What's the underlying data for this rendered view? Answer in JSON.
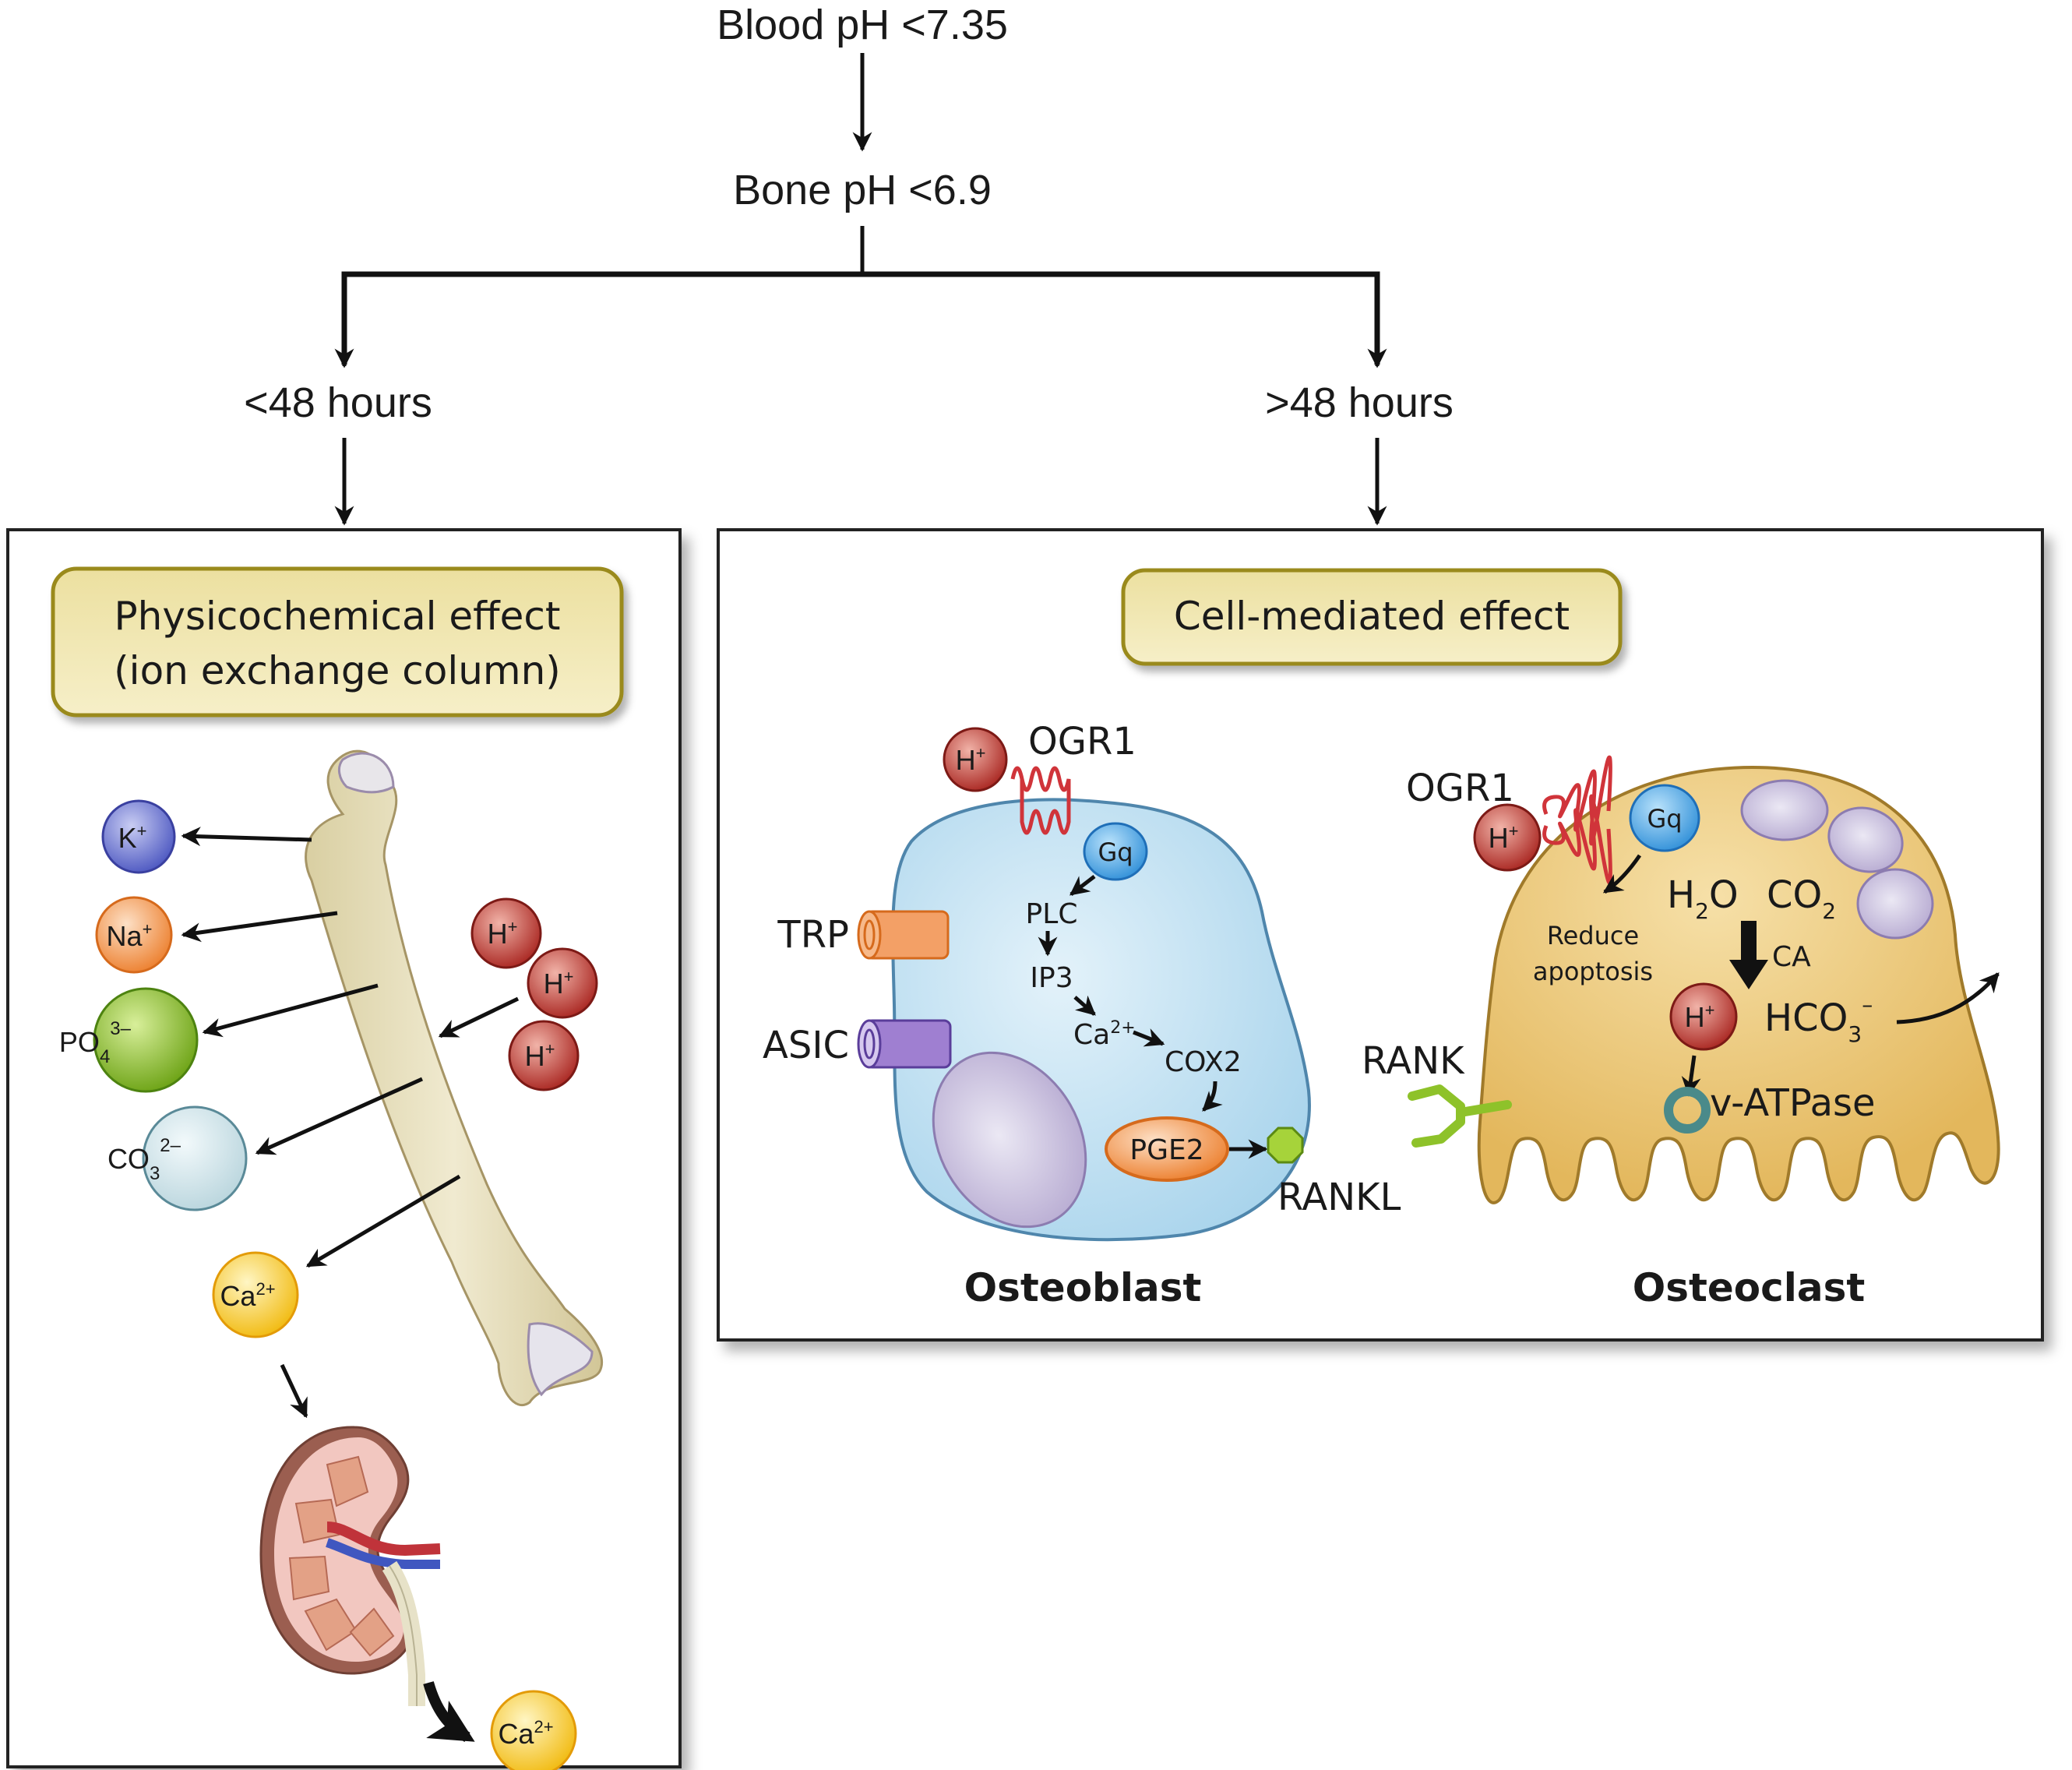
{
  "flow": {
    "blood_ph": "Blood pH  <7.35",
    "bone_ph": "Bone pH  <6.9",
    "short_term": "<48 hours",
    "long_term": ">48 hours"
  },
  "left_panel": {
    "title_line1": "Physicochemical effect",
    "title_line2": "(ion exchange column)",
    "ions_released": [
      {
        "base": "K",
        "charge": "+",
        "color": "#5560c8"
      },
      {
        "base": "Na",
        "charge": "+",
        "color": "#f08a3c"
      },
      {
        "base": "PO",
        "sub": "4",
        "charge": "3–",
        "color": "#7fb51e"
      },
      {
        "base": "CO",
        "sub": "3",
        "charge": "2–",
        "color": "#cfe3e8"
      },
      {
        "base": "Ca",
        "charge": "2+",
        "color": "#f5c010"
      }
    ],
    "proton": {
      "base": "H",
      "charge": "+",
      "color": "#b8322c"
    },
    "excreted": {
      "base": "Ca",
      "charge": "2+"
    }
  },
  "right_panel": {
    "title": "Cell-mediated effect",
    "osteoblast": {
      "label": "Osteoblast",
      "receptor": "OGR1",
      "proton": "H",
      "proton_charge": "+",
      "g_protein": "Gq",
      "channels": [
        "TRP",
        "ASIC"
      ],
      "pathway": [
        "PLC",
        "IP3",
        "Ca",
        "COX2",
        "PGE2"
      ],
      "ca_charge": "2+",
      "ligand": "RANKL"
    },
    "osteoclast": {
      "label": "Osteoclast",
      "receptor": "OGR1",
      "proton": "H",
      "proton_charge": "+",
      "g_protein": "Gq",
      "effect_line1": "Reduce",
      "effect_line2": "apoptosis",
      "water": "H",
      "water_sub": "2",
      "water_end": "O",
      "co2": "CO",
      "co2_sub": "2",
      "enzyme": "CA",
      "bicarbonate": "HCO",
      "bicarbonate_sub": "3",
      "bicarbonate_charge": "–",
      "pump": "v-ATPase",
      "rank": "RANK"
    }
  },
  "colors": {
    "label_box_fill": "#f2e9b0",
    "label_box_border": "#9a8a1e",
    "osteoblast_fill": "#bfe0f0",
    "osteoclast_fill": "#e8c06a",
    "bone": "#e8e0bf"
  }
}
